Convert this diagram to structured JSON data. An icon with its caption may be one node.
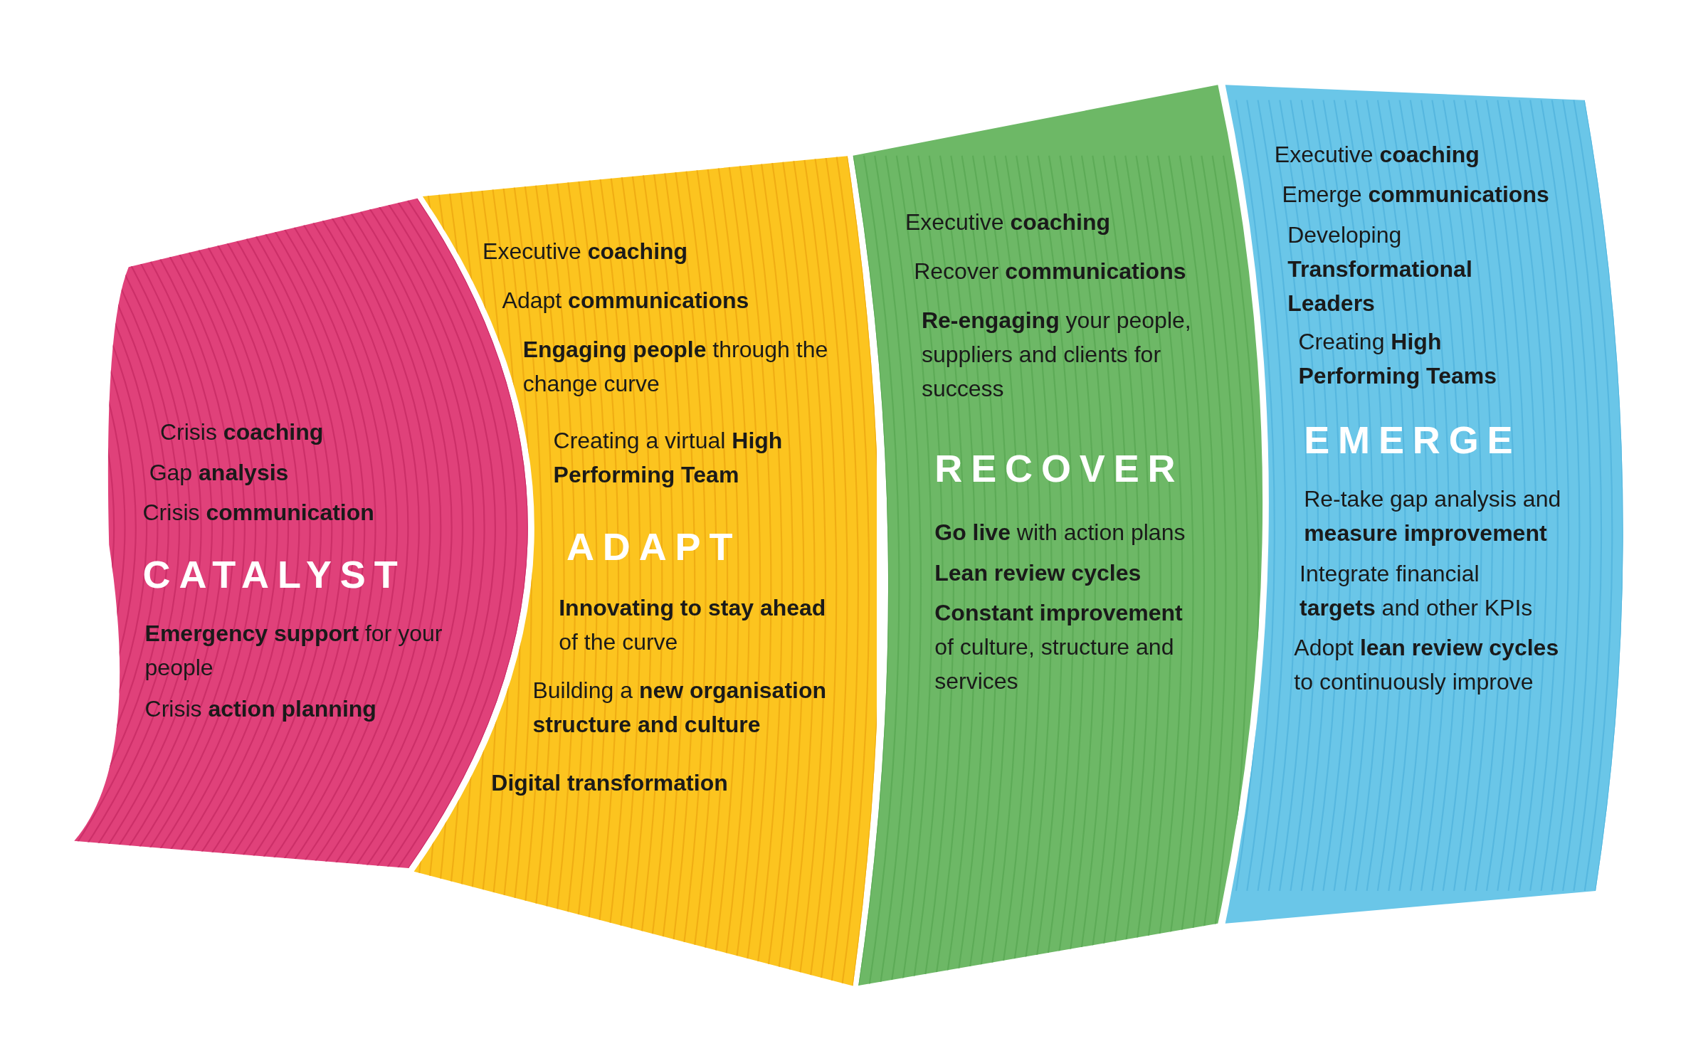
{
  "diagram": {
    "nodes": [
      {
        "text": [
          "Crisis **coaching**",
          "Gap **analysis**",
          "Crisis **communication**",
          "CATALYST",
          "**Emergency support** for your people",
          "Crisis **action planning**"
        ]
      },
      {
        "text": [
          "Executive **coaching**",
          "Adapt **communications**",
          "**Engaging people** through the change curve",
          "Creating a virtual **High Performing Team**",
          "ADAPT",
          "**Innovating to stay ahead** of the curve",
          "Building a **new organisation structure and culture**",
          "**Digital transformation**"
        ]
      },
      {
        "text": [
          "Executive **coaching**",
          "Recover **communications**",
          "**Re-engaging** your people, suppliers and clients for success",
          "RECOVER",
          "**Go live** with action plans",
          "**Lean review cycles**",
          "**Constant improvement** of culture, structure and services"
        ]
      },
      {
        "text": [
          "Executive **coaching**",
          "Emerge **communications**",
          "Developing **Transformational Leaders**",
          "Creating **High Performing Teams**",
          "EMERGE",
          "Re-take gap analysis and **measure improvement**",
          "Integrate financial **targets** and other KPIs",
          "Adopt **lean review cycles** to continuously improve"
        ]
      }
    ]
  }
}
